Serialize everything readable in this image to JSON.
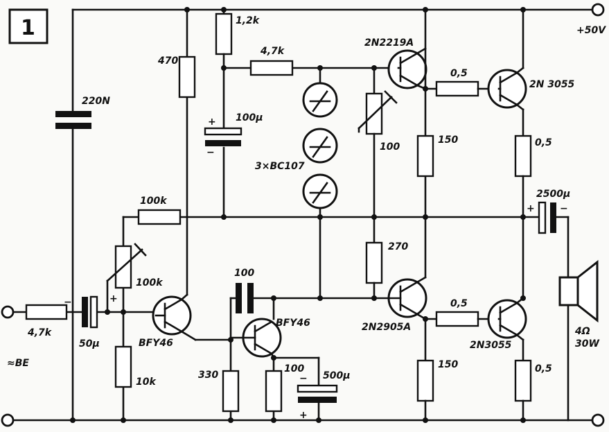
{
  "figure_number": "1",
  "supply_label": "+50V",
  "input_label": "≈BE",
  "labels": {
    "r_input": "4,7k",
    "c_input": "50µ",
    "c_220n": "220N",
    "r_470": "470",
    "r_100k_fb": "100k",
    "pot_100k": "100k",
    "r_10k": "10k",
    "q_bfy46_a": "BFY46",
    "c_100_coupling": "100",
    "q_bfy46_b": "BFY46",
    "r_330": "330",
    "r_100_emitter": "100",
    "c_500u": "500µ",
    "r_1k2": "1,2k",
    "c_100u": "100µ",
    "r_4k7_bias": "4,7k",
    "diodes_3xbc107": "3×BC107",
    "pot_100": "100",
    "r_270": "270",
    "q_2n2219a": "2N2219A",
    "q_2n2905a": "2N2905A",
    "r_0_5_driver_top": "0,5",
    "r_0_5_driver_bot": "0,5",
    "r_150_top": "150",
    "r_150_bot": "150",
    "q_2n3055_top": "2N 3055",
    "q_2n3055_bot": "2N3055",
    "r_0_5_emitter_top": "0,5",
    "r_0_5_emitter_bot": "0,5",
    "c_2500u": "2500µ",
    "speaker": "4Ω\n30W"
  },
  "polarity": {
    "plus": "+",
    "minus": "−"
  },
  "speaker_impedance": "4Ω",
  "speaker_power": "30W"
}
